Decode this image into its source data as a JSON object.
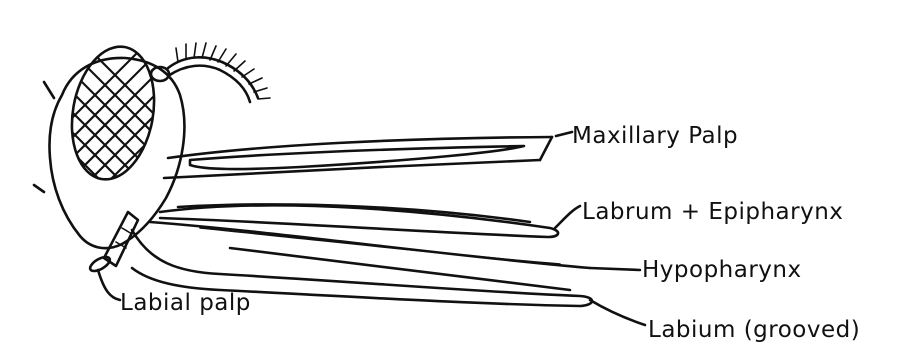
{
  "diagram": {
    "labels": {
      "maxillary_palp": "Maxillary Palp",
      "labrum_epipharynx": "Labrum + Epipharynx",
      "hypopharynx": "Hypopharynx",
      "labial_palp": "Labial palp",
      "labium": "Labium (grooved)"
    }
  }
}
